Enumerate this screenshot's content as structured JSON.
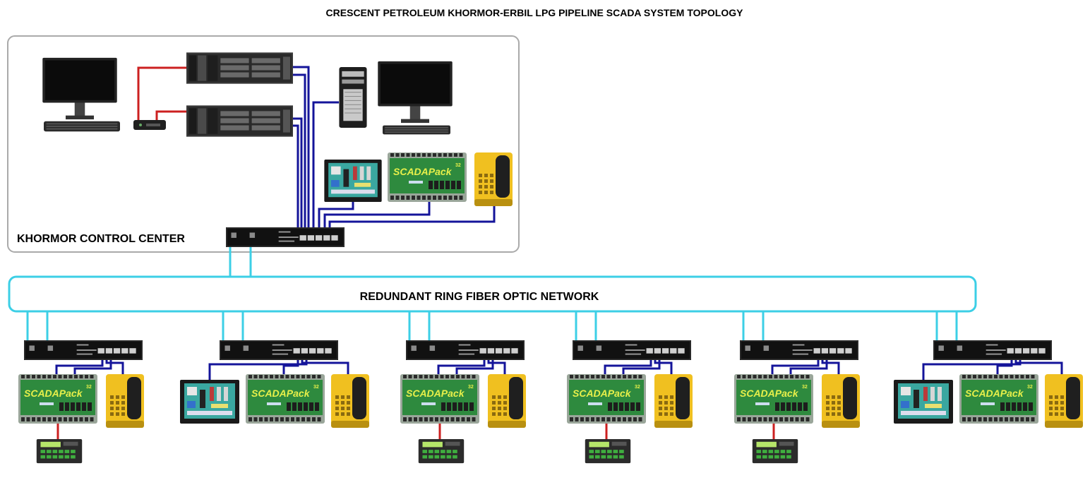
{
  "title": "CRESCENT PETROLEUM KHORMOR-ERBIL LPG PIPELINE SCADA SYSTEM TOPOLOGY",
  "control_center": {
    "label": "KHORMOR CONTROL CENTER"
  },
  "ring": {
    "label": "REDUNDANT RING FIBER OPTIC NETWORK"
  },
  "device_text": {
    "scadapack_brand": "SCADAPack",
    "scadapack_model": "32"
  },
  "colors": {
    "fiber": "#3ccfe6",
    "ethernet": "#14149a",
    "serial": "#cc2020",
    "phone": "#f0c020",
    "scadapack": "#2e8a3e",
    "panel_border": "#aaaaaa"
  },
  "icons": [
    "monitor-icon",
    "keyboard-icon",
    "kvm-switch-icon",
    "rack-server-icon",
    "tower-pc-icon",
    "hmi-panel-icon",
    "scadapack-rtu-icon",
    "industrial-phone-icon",
    "network-switch-icon",
    "operator-keypad-icon"
  ],
  "stations": [
    {
      "id": "station-1",
      "devices": [
        "switch",
        "scadapack",
        "phone",
        "keypad"
      ]
    },
    {
      "id": "station-2",
      "devices": [
        "switch",
        "hmi",
        "scadapack",
        "phone"
      ]
    },
    {
      "id": "station-3",
      "devices": [
        "switch",
        "scadapack",
        "phone",
        "keypad"
      ]
    },
    {
      "id": "station-4",
      "devices": [
        "switch",
        "scadapack",
        "phone",
        "keypad"
      ]
    },
    {
      "id": "station-5",
      "devices": [
        "switch",
        "scadapack",
        "phone",
        "keypad"
      ]
    },
    {
      "id": "station-6",
      "devices": [
        "switch",
        "hmi",
        "scadapack",
        "phone"
      ]
    }
  ]
}
